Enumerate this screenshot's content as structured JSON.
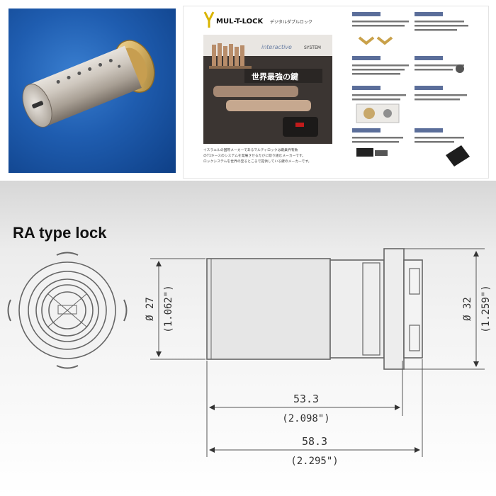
{
  "photo": {
    "subject": "lock cylinder photo"
  },
  "brochure": {
    "brand": "MUL-T-LOCK",
    "brand_sub": "デジタルダブルロック",
    "system_logo": "interactive",
    "system_word": "SYSTEM",
    "headline": "世界最強の鍵",
    "body_lines": [
      "イスラエルの国際メーカーであるマルティロックは鍵業界有数",
      "の71キースのシステムを発展させるたびに取り組むメーカーです。",
      "ロックシステムを世界の至るところで提供している鍵のメーカーです。"
    ]
  },
  "drawing": {
    "title": "RA type lock",
    "left_dia_mm": "Ø 27",
    "left_dia_in": "(1.062\")",
    "right_dia_mm": "Ø 32",
    "right_dia_in": "(1.259\")",
    "len1_mm": "53.3",
    "len1_in": "(2.098\")",
    "len2_mm": "58.3",
    "len2_in": "(2.295\")"
  }
}
